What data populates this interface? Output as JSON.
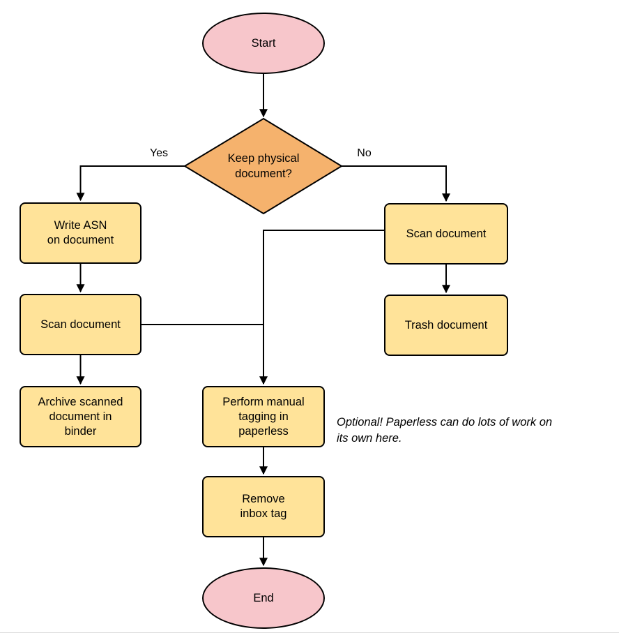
{
  "diagram": {
    "colors": {
      "terminal_fill": "#f7c6cb",
      "decision_fill": "#f5b26d",
      "process_fill": "#ffe399",
      "stroke": "#000000"
    },
    "nodes": {
      "start": {
        "type": "terminal",
        "label": "Start"
      },
      "decision": {
        "type": "decision",
        "label": "Keep physical\ndocument?"
      },
      "write_asn": {
        "type": "process",
        "label": "Write ASN\non document"
      },
      "scan_left": {
        "type": "process",
        "label": "Scan document"
      },
      "archive": {
        "type": "process",
        "label": "Archive scanned\ndocument in\nbinder"
      },
      "scan_right": {
        "type": "process",
        "label": "Scan document"
      },
      "trash": {
        "type": "process",
        "label": "Trash document"
      },
      "tagging": {
        "type": "process",
        "label": "Perform manual\ntagging in\npaperless"
      },
      "remove_inbox": {
        "type": "process",
        "label": "Remove\ninbox tag"
      },
      "end": {
        "type": "terminal",
        "label": "End"
      }
    },
    "edge_labels": {
      "yes": "Yes",
      "no": "No"
    },
    "note": "Optional! Paperless can do lots of work on\nits own here."
  }
}
